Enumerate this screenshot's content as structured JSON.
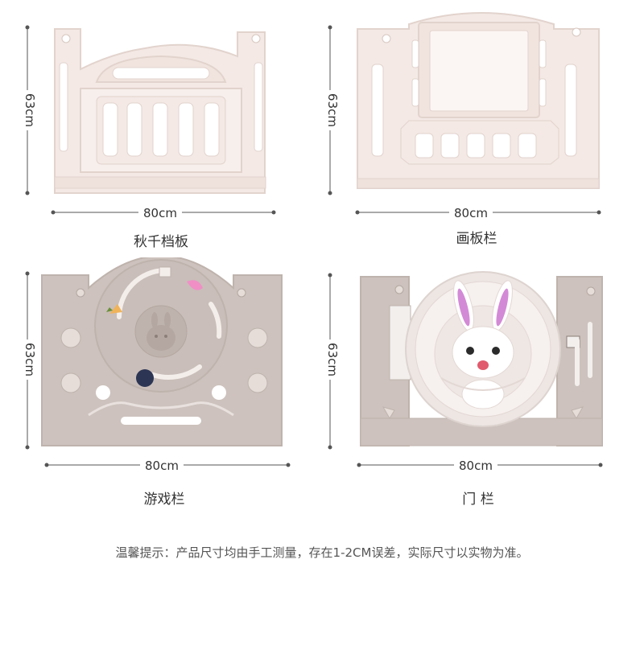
{
  "panels": [
    {
      "id": "swing",
      "height_label": "63cm",
      "width_label": "80cm",
      "caption": "秋千档板"
    },
    {
      "id": "drawing",
      "height_label": "63cm",
      "width_label": "80cm",
      "caption": "画板栏"
    },
    {
      "id": "game",
      "height_label": "63cm",
      "width_label": "80cm",
      "caption": "游戏栏"
    },
    {
      "id": "door",
      "height_label": "63cm",
      "width_label": "80cm",
      "caption": "门 栏"
    }
  ],
  "note": "温馨提示：产品尺寸均由手工测量，存在1-2CM误差，实际尺寸以实物为准。",
  "colors": {
    "panel_cream": "#f4e9e5",
    "panel_outline": "#e2d3cd",
    "panel_taupe": "#cdc2bd",
    "carrot": "#f0b35a",
    "leaf": "#ef8fc6",
    "ball": "#2c3554",
    "bunny_ear": "#d38ad6"
  },
  "icons": [
    "carrot-icon",
    "leaf-icon",
    "ball-icon",
    "bunny-icon"
  ]
}
